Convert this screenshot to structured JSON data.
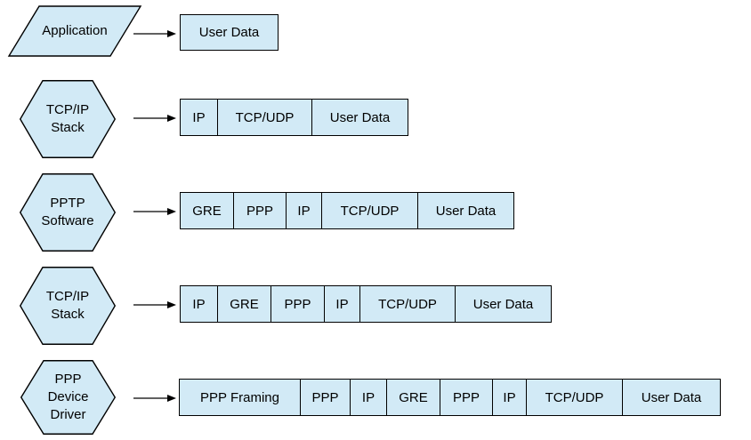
{
  "diagram": {
    "description": "PPTP encapsulation flow diagram",
    "colors": {
      "shape_fill": "#D2EAF6",
      "shape_border": "#000000",
      "text": "#000000",
      "background": "#FFFFFF"
    },
    "rows": [
      {
        "stage": "Application",
        "stage_shape": "parallelogram",
        "stage_lines": [
          "Application"
        ],
        "packet": [
          "User Data"
        ]
      },
      {
        "stage": "TCP/IP Stack",
        "stage_shape": "hexagon",
        "stage_lines": [
          "TCP/IP",
          "Stack"
        ],
        "packet": [
          "IP",
          "TCP/UDP",
          "User Data"
        ]
      },
      {
        "stage": "PPTP Software",
        "stage_shape": "hexagon",
        "stage_lines": [
          "PPTP",
          "Software"
        ],
        "packet": [
          "GRE",
          "PPP",
          "IP",
          "TCP/UDP",
          "User Data"
        ]
      },
      {
        "stage": "TCP/IP Stack",
        "stage_shape": "hexagon",
        "stage_lines": [
          "TCP/IP",
          "Stack"
        ],
        "packet": [
          "IP",
          "GRE",
          "PPP",
          "IP",
          "TCP/UDP",
          "User Data"
        ]
      },
      {
        "stage": "PPP Device Driver",
        "stage_shape": "hexagon",
        "stage_lines": [
          "PPP",
          "Device",
          "Driver"
        ],
        "packet": [
          "PPP Framing",
          "PPP",
          "IP",
          "GRE",
          "PPP",
          "IP",
          "TCP/UDP",
          "User Data"
        ]
      }
    ]
  }
}
